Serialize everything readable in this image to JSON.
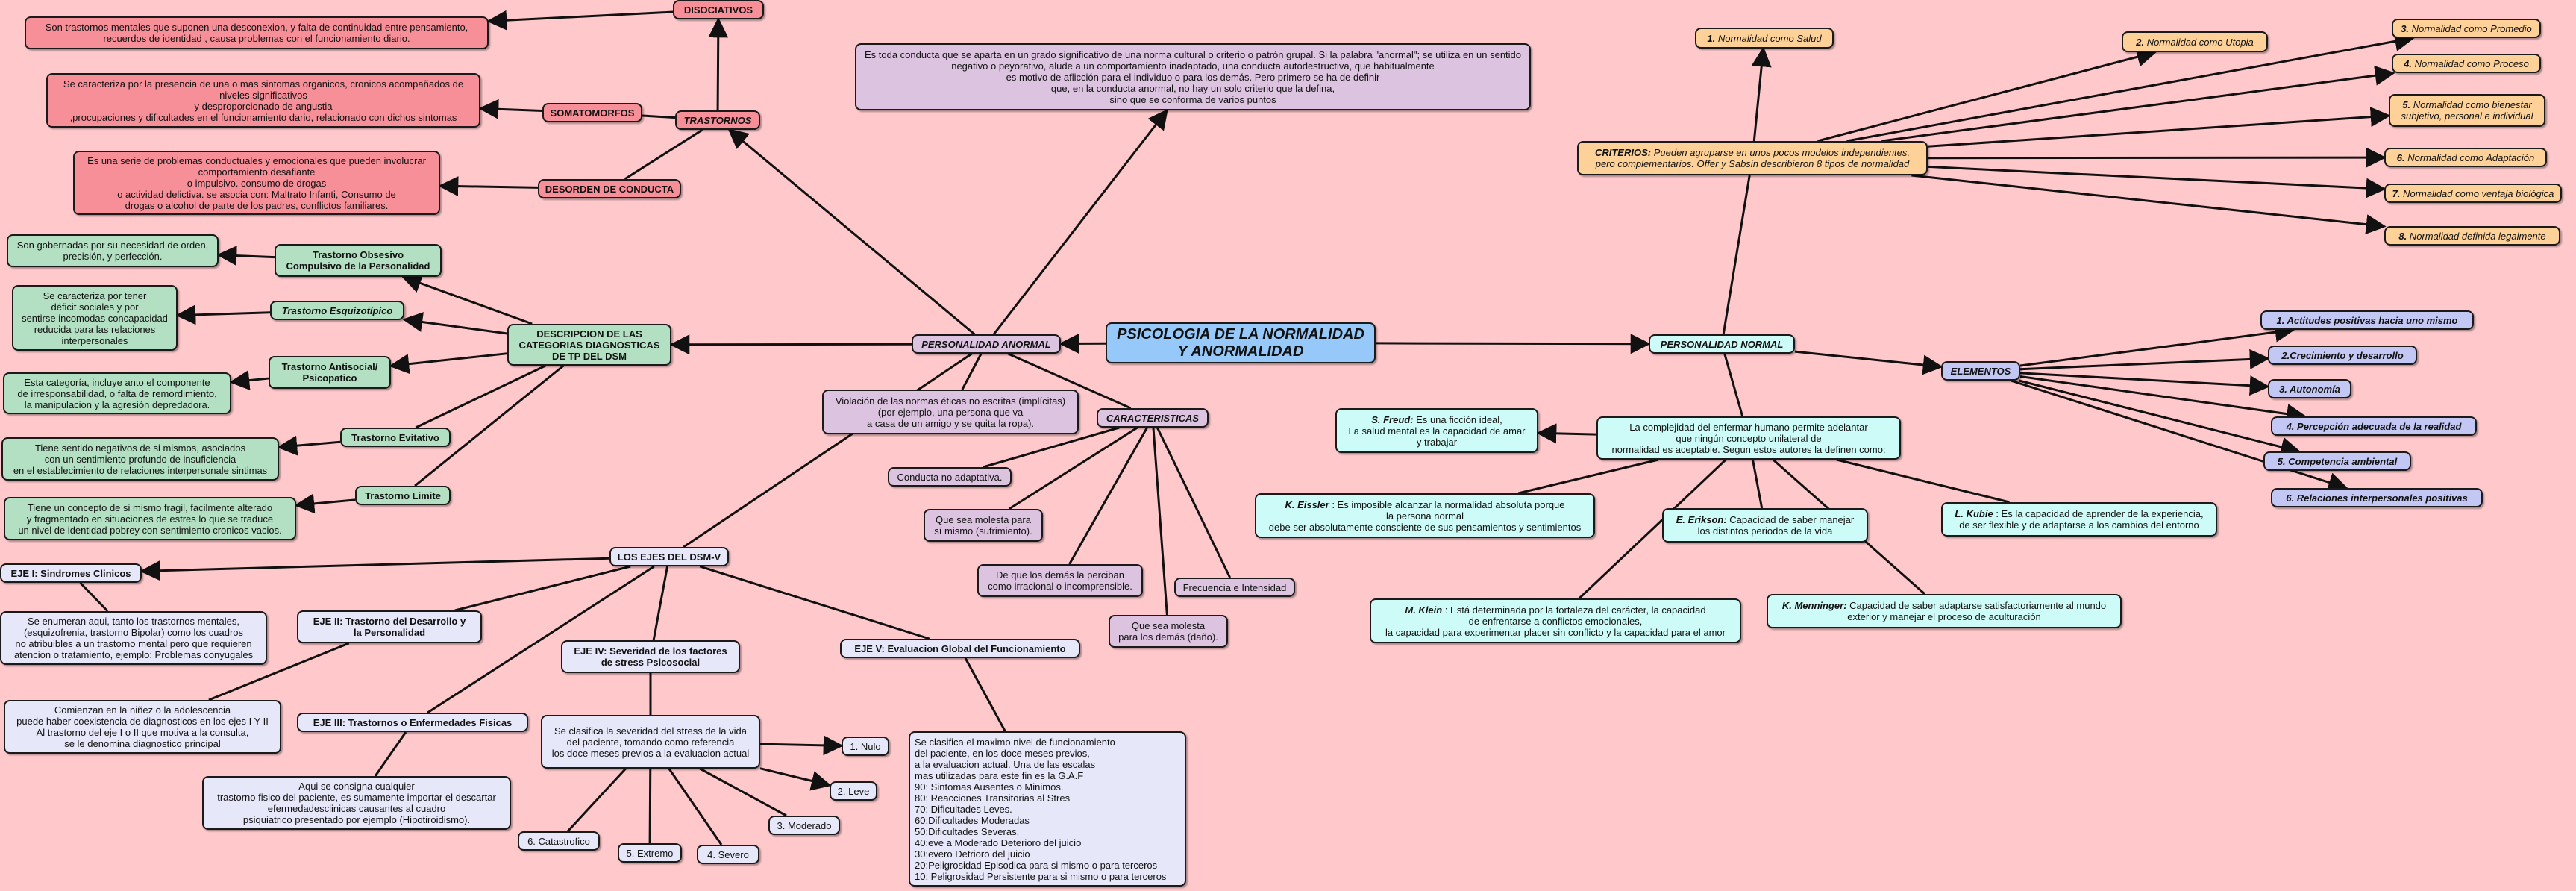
{
  "colors": {
    "background": "#ffc9cc",
    "pink": "#f78f99",
    "pink_dark": "#f07a86",
    "lilac": "#dcc3e0",
    "green": "#b3dfc2",
    "lavender": "#e6e7f8",
    "cyan": "#cdfbf7",
    "orange": "#fdd197",
    "periwinkle": "#c3c7f4",
    "blue": "#96c9f9",
    "line": "#111111"
  },
  "nodes": {
    "main": {
      "text": "PSICOLOGIA DE LA NORMALIDAD\nY ANORMALIDAD"
    },
    "personalidad_anormal": {
      "text": "PERSONALIDAD ANORMAL"
    },
    "personalidad_normal": {
      "text": "PERSONALIDAD  NORMAL"
    },
    "definicion_anormal": {
      "text": "Es toda conducta que se aparta en un grado significativo de una norma cultural o criterio o patrón grupal. Si la palabra \"anormal\"; se utiliza en un sentido negativo o peyorativo, alude a un comportamiento inadaptado, una conducta autodestructiva, que habitualmente\nes motivo de aflicción para el individuo o para los demás. Pero primero se ha de definir\nque, en la conducta anormal, no hay un solo criterio que la defina,\nsino que se conforma de varios puntos"
    },
    "trastornos": {
      "text": "TRASTORNOS"
    },
    "disociativos": {
      "text": "DISOCIATIVOS"
    },
    "disociativos_desc": {
      "text": "Son trastornos mentales que suponen una desconexion, y falta de continuidad entre pensamiento,\nrecuerdos de identidad , causa problemas con el funcionamiento diario."
    },
    "somatomorfos": {
      "text": "SOMATOMORFOS"
    },
    "somatomorfos_desc": {
      "text": "Se caracteriza por la presencia de una o mas sintomas organicos, cronicos acompañados de niveles significativos\ny desproporcionado de angustia\n,procupaciones y dificultades en el funcionamiento dario, relacionado con dichos sintomas"
    },
    "desorden": {
      "text": "DESORDEN DE CONDUCTA"
    },
    "desorden_desc": {
      "text": "Es una serie de problemas conductuales y emocionales que pueden involucrar comportamiento desafiante\no impulsivo. consumo de drogas\no actividad delictiva. se asocia con: Maltrato Infanti, Consumo de\ndrogas o alcohol de parte de los padres, conflictos familiares."
    },
    "categorias": {
      "text": "DESCRIPCION DE LAS\nCATEGORIAS DIAGNOSTICAS\nDE TP DEL DSM"
    },
    "obsesivo": {
      "text": "Trastorno Obsesivo\nCompulsivo de la Personalidad"
    },
    "obsesivo_desc": {
      "text": "Son gobernadas por su necesidad de orden,\nprecisión, y perfección."
    },
    "esquizotipico": {
      "text": "Trastorno Esquizotípico"
    },
    "esquizotipico_desc": {
      "text": "Se caracteriza por tener\ndéficit sociales y por\nsentirse incomodas concapacidad\nreducida para las relaciones\ninterpersonales"
    },
    "antisocial": {
      "text": "Trastorno Antisocial/\nPsicopatico"
    },
    "antisocial_desc": {
      "text": "Esta categoría, incluye anto el componente\nde irresponsabilidad, o falta de remordimiento,\nla manipulacion y la agresión depredadora."
    },
    "evitativo": {
      "text": "Trastorno Evitativo"
    },
    "evitativo_desc": {
      "text": "Tiene sentido negativos de si mismos, asociados\ncon un sentimiento profundo de insuficiencia\nen el establecimiento de relaciones interpersonale sintimas"
    },
    "limite": {
      "text": "Trastorno Limite"
    },
    "limite_desc": {
      "text": "Tiene un concepto de si mismo fragil, facilmente alterado\ny fragmentado en situaciones de estres lo que se traduce\nun nivel de identidad pobrey con sentimiento cronicos vacios."
    },
    "violacion": {
      "text": "Violación de las normas éticas no escritas (implícitas)\n(por ejemplo, una persona que va\na casa de un amigo y se quita la ropa)."
    },
    "caracteristicas": {
      "text": "CARACTERISTICAS"
    },
    "no_adaptativa": {
      "text": "Conducta no adaptativa."
    },
    "molesta_si": {
      "text": "Que sea molesta para\nsí mismo (sufrimiento)."
    },
    "irracional": {
      "text": "De que los demás la perciban\ncomo irracional o incomprensible."
    },
    "molesta_demas": {
      "text": "Que sea molesta\npara los demás (daño)."
    },
    "frecuencia": {
      "text": "Frecuencia e Intensidad"
    },
    "ejes": {
      "text": "LOS EJES DEL DSM-V"
    },
    "eje1": {
      "text": "EJE I: Sindromes Clinicos"
    },
    "eje1_desc": {
      "text": "Se enumeran aqui, tanto los trastornos mentales,\n(esquizofrenia, trastorno Bipolar) como los cuadros\nno atribuibles a un trastorno mental pero que requieren\natencion o tratamiento, ejemplo: Problemas conyugales"
    },
    "eje2": {
      "text": "EJE II: Trastorno del Desarrollo y\nla Personalidad"
    },
    "eje2_desc": {
      "text": "Comienzan en la niñez o la adolescencia\npuede haber coexistencia de diagnosticos en los ejes I Y II\nAl trastorno del eje I o II que motiva a la consulta,\nse le denomina diagnostico principal"
    },
    "eje3": {
      "text": "EJE III: Trastornos o Enfermedades Fisicas"
    },
    "eje3_desc": {
      "text": "Aqui se consigna cualquier\ntrastorno fisico del paciente, es sumamente importar el descartar\nefermedadesclinicas causantes al cuadro\npsiquiatrico presentado por ejemplo (Hipotiroidismo)."
    },
    "eje4": {
      "text": "EJE IV: Severidad de los factores\nde stress Psicosocial"
    },
    "eje4_desc": {
      "text": "Se clasifica la severidad del stress de la vida\ndel paciente, tomando como referencia\nlos doce meses previos a la evaluacion actual"
    },
    "nulo": {
      "text": "1. Nulo"
    },
    "leve": {
      "text": "2. Leve"
    },
    "moderado": {
      "text": "3. Moderado"
    },
    "severo": {
      "text": "4. Severo"
    },
    "extremo": {
      "text": "5. Extremo"
    },
    "catastrofico": {
      "text": "6. Catastrofico"
    },
    "eje5": {
      "text": "EJE V: Evaluacion Global del Funcionamiento"
    },
    "eje5_desc": {
      "text": "Se clasifica el maximo nivel de funcionamiento\n del paciente, en los doce meses previos,\n a la evaluacion actual. Una de las escalas\nmas utilizadas para este fin es la G.A.F\n90: Sintomas Ausentes o Minimos.\n80: Reacciones Transitorias al Stres\n70: Dificultades Leves.\n60:Dificultades Moderadas\n50:Dificultades Severas.\n40:eve a Moderado Deterioro del juicio\n30:evero Detrioro del juicio\n20:Peligrosidad Episodica para si mismo o para terceros\n10: Peligrosidad Persistente para si mismo o para terceros"
    },
    "criterios": {
      "label": "CRITERIOS:",
      "text": " Pueden agruparse en unos pocos modelos independientes,\npero complementarios. Offer y Sabsin describieron 8 tipos de normalidad"
    },
    "salud": {
      "label": "1.",
      "text": "  Normalidad como Salud"
    },
    "utopia": {
      "label": "2.",
      "text": "  Normalidad como Utopia"
    },
    "promedio": {
      "label": "3.",
      "text": " Normalidad como Promedio"
    },
    "proceso": {
      "label": "4.",
      "text": "  Normalidad como Proceso"
    },
    "bienestar": {
      "label": "5.",
      "text": "  Normalidad como bienestar\nsubjetivo, personal e individual"
    },
    "adaptacion": {
      "label": "6.",
      "text": "  Normalidad como Adaptación"
    },
    "ventaja": {
      "label": "7.",
      "text": " Normalidad como ventaja biológica"
    },
    "legal": {
      "label": "8.",
      "text": "  Normalidad definida legalmente"
    },
    "complejidad": {
      "text": "La complejidad del enfermar humano permite adelantar\nque ningún concepto unilateral de\nnormalidad es aceptable. Segun estos autores la definen como:"
    },
    "freud": {
      "label": "S. Freud:",
      "text": "  Es una ficción ideal,\nLa salud mental es la capacidad de amar\ny trabajar"
    },
    "eissler": {
      "label": "K. Eissler",
      "text": " : Es imposible alcanzar la normalidad absoluta porque\nla persona normal\ndebe ser absolutamente consciente de sus pensamientos y sentimientos"
    },
    "erikson": {
      "label": "E. Erikson:",
      "text": "  Capacidad de saber manejar\nlos distintos periodos de la vida"
    },
    "klein": {
      "label": "M. Klein",
      "text": " : Está determinada por la fortaleza del carácter, la capacidad\nde enfrentarse a conflictos emocionales,\nla capacidad para experimentar placer sin conflicto y la capacidad para el amor"
    },
    "menninger": {
      "label": "K. Menninger:",
      "text": "  Capacidad de saber adaptarse satisfactoriamente al mundo\nexterior y manejar el proceso de aculturación"
    },
    "kubie": {
      "label": "L. Kubie",
      "text": " : Es la capacidad de aprender de la experiencia,\nde ser flexible y de adaptarse a  los cambios del entorno"
    },
    "elementos": {
      "text": "ELEMENTOS"
    },
    "el1": {
      "text": "1. Actitudes positivas hacia uno mismo"
    },
    "el2": {
      "text": "2.Crecimiento y desarrollo"
    },
    "el3": {
      "text": "3. Autonomía"
    },
    "el4": {
      "text": "4. Percepción adecuada de la realidad"
    },
    "el5": {
      "text": "5. Competencia ambiental"
    },
    "el6": {
      "text": "6. Relaciones interpersonales positivas"
    }
  }
}
